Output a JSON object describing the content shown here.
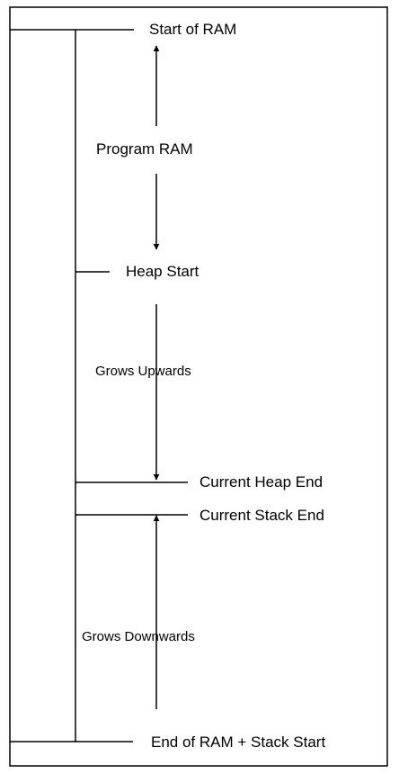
{
  "labels": {
    "start_of_ram": "Start of RAM",
    "program_ram": "Program RAM",
    "heap_start": "Heap Start",
    "grows_upwards": "Grows Upwards",
    "current_heap_end": "Current Heap End",
    "current_stack_end": "Current Stack End",
    "grows_downwards": "Grows Downwards",
    "end_of_ram": "End of RAM + Stack Start"
  },
  "colors": {
    "line": "#000000",
    "background": "#ffffff"
  }
}
